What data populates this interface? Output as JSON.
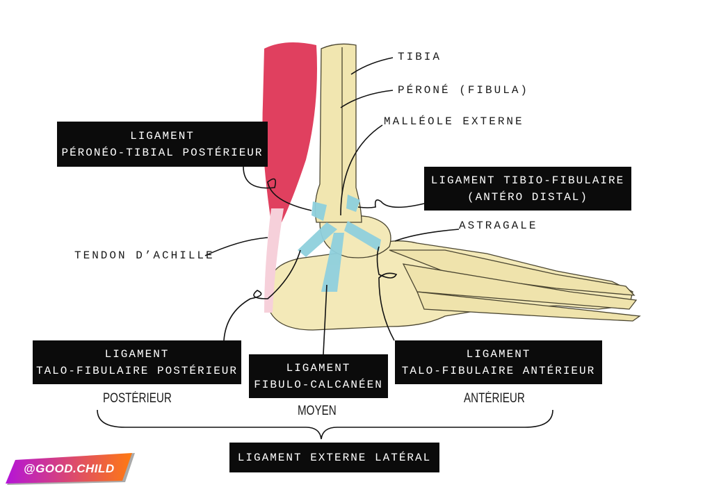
{
  "labels": {
    "tibia": "TIBIA",
    "fibula": "PÉRONÉ (FIBULA)",
    "malleolus": "MALLÉOLE EXTERNE",
    "astragalus": "ASTRAGALE",
    "achilles": "TENDON D’ACHILLE"
  },
  "boxes": {
    "peroneo_tibial": [
      "LIGAMENT",
      "PÉRONÉO-TIBIAL POSTÉRIEUR"
    ],
    "tibio_fibulaire": [
      "LIGAMENT TIBIO-FIBULAIRE",
      "(ANTÉRO DISTAL)"
    ],
    "talo_post": [
      "LIGAMENT",
      "TALO-FIBULAIRE POSTÉRIEUR"
    ],
    "fibulo_calc": [
      "LIGAMENT",
      "FIBULO-CALCANÉEN"
    ],
    "talo_ant": [
      "LIGAMENT",
      "TALO-FIBULAIRE ANTÉRIEUR"
    ],
    "externe": "LIGAMENT EXTERNE LATÉRAL"
  },
  "groups": {
    "posterior": "POSTÉRIEUR",
    "middle": "MOYEN",
    "anterior": "ANTÉRIEUR"
  },
  "watermark": "@GOOD.CHILD",
  "colors": {
    "muscle": "#e0405f",
    "bone": "#f3e9b8",
    "ligament": "#8fd0dd",
    "box": "#0b0b0b"
  }
}
